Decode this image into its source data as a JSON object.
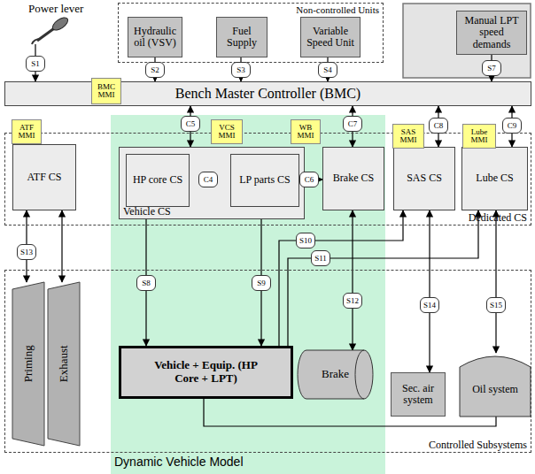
{
  "diagram": {
    "nodes": [
      {
        "text": [
          "Power lever"
        ]
      },
      {
        "text": [
          "Non-controlled Units"
        ]
      },
      {
        "text": [
          "Hydraulic oil (VSV)"
        ],
        "in": 1
      },
      {
        "text": [
          "Fuel Supply"
        ],
        "in": 1
      },
      {
        "text": [
          "Variable Speed Unit"
        ],
        "in": 1
      },
      {
        "text": [
          "Manual LPT speed demands"
        ]
      },
      {
        "text": [
          "BMC MMI"
        ]
      },
      {
        "text": [
          "Bench Master Controller (BMC)"
        ]
      },
      {
        "text": [
          "Dynamic Vehicle Model"
        ]
      },
      {
        "text": [
          "Dedicated CS"
        ]
      },
      {
        "text": [
          "ATF MMI"
        ]
      },
      {
        "text": [
          "ATF CS"
        ],
        "in": 9
      },
      {
        "text": [
          "VCS MMI"
        ]
      },
      {
        "text": [
          "Vehicle CS"
        ],
        "in": 9
      },
      {
        "text": [
          "HP core CS"
        ],
        "in": 13
      },
      {
        "text": [
          "LP parts CS"
        ],
        "in": 13
      },
      {
        "text": [
          "WB MMI"
        ]
      },
      {
        "text": [
          "Brake CS"
        ],
        "in": 9
      },
      {
        "text": [
          "SAS MMI"
        ]
      },
      {
        "text": [
          "SAS CS"
        ],
        "in": 9
      },
      {
        "text": [
          "Lube MMI"
        ]
      },
      {
        "text": [
          "Lube CS"
        ],
        "in": 9
      },
      {
        "text": [
          "Controlled Subsystems"
        ]
      },
      {
        "text": [
          "Priming"
        ],
        "in": 22
      },
      {
        "text": [
          "Exhaust"
        ],
        "in": 22
      },
      {
        "text": [
          "Vehicle + Equip. (HP Core + LPT)"
        ],
        "in": 22
      },
      {
        "text": [
          "Brake"
        ],
        "in": 22
      },
      {
        "text": [
          "Sec. air system"
        ],
        "in": 22
      },
      {
        "text": [
          "Oil system"
        ],
        "in": 22
      }
    ],
    "edges": [
      {
        "from": 0,
        "to": 7,
        "arrow": "to",
        "label": "S1"
      },
      {
        "from": 2,
        "to": 7,
        "arrow": "to",
        "label": "S2"
      },
      {
        "from": 3,
        "to": 7,
        "arrow": "to",
        "label": "S3"
      },
      {
        "from": 4,
        "to": 7,
        "arrow": "to",
        "label": "S4"
      },
      {
        "from": 5,
        "to": 7,
        "arrow": "to",
        "label": "S7"
      },
      {
        "from": 7,
        "to": 13,
        "arrow": "both",
        "label": "C5"
      },
      {
        "from": 14,
        "to": 15,
        "arrow": "both",
        "label": "C4"
      },
      {
        "from": 15,
        "to": 17,
        "arrow": "both",
        "label": "C6"
      },
      {
        "from": 7,
        "to": 17,
        "arrow": "both",
        "label": "C7"
      },
      {
        "from": 7,
        "to": 19,
        "arrow": "both",
        "label": "C8"
      },
      {
        "from": 7,
        "to": 21,
        "arrow": "both",
        "label": "C9"
      },
      {
        "from": 11,
        "to": 23,
        "arrow": "both",
        "label": "S13"
      },
      {
        "from": 11,
        "to": 24,
        "arrow": "both"
      },
      {
        "from": 14,
        "to": 25,
        "arrow": "both",
        "label": "S8"
      },
      {
        "from": 15,
        "to": 25,
        "arrow": "both",
        "label": "S9"
      },
      {
        "from": 25,
        "to": 19,
        "arrow": "to",
        "label": "S10"
      },
      {
        "from": 25,
        "to": 21,
        "arrow": "to",
        "label": "S11"
      },
      {
        "from": 17,
        "to": 26,
        "arrow": "both",
        "label": "S12"
      },
      {
        "from": 19,
        "to": 27,
        "arrow": "both",
        "label": "S14"
      },
      {
        "from": 21,
        "to": 28,
        "arrow": "both",
        "label": "S15"
      },
      {
        "from": 25,
        "to": 28,
        "arrow": "none"
      }
    ]
  }
}
